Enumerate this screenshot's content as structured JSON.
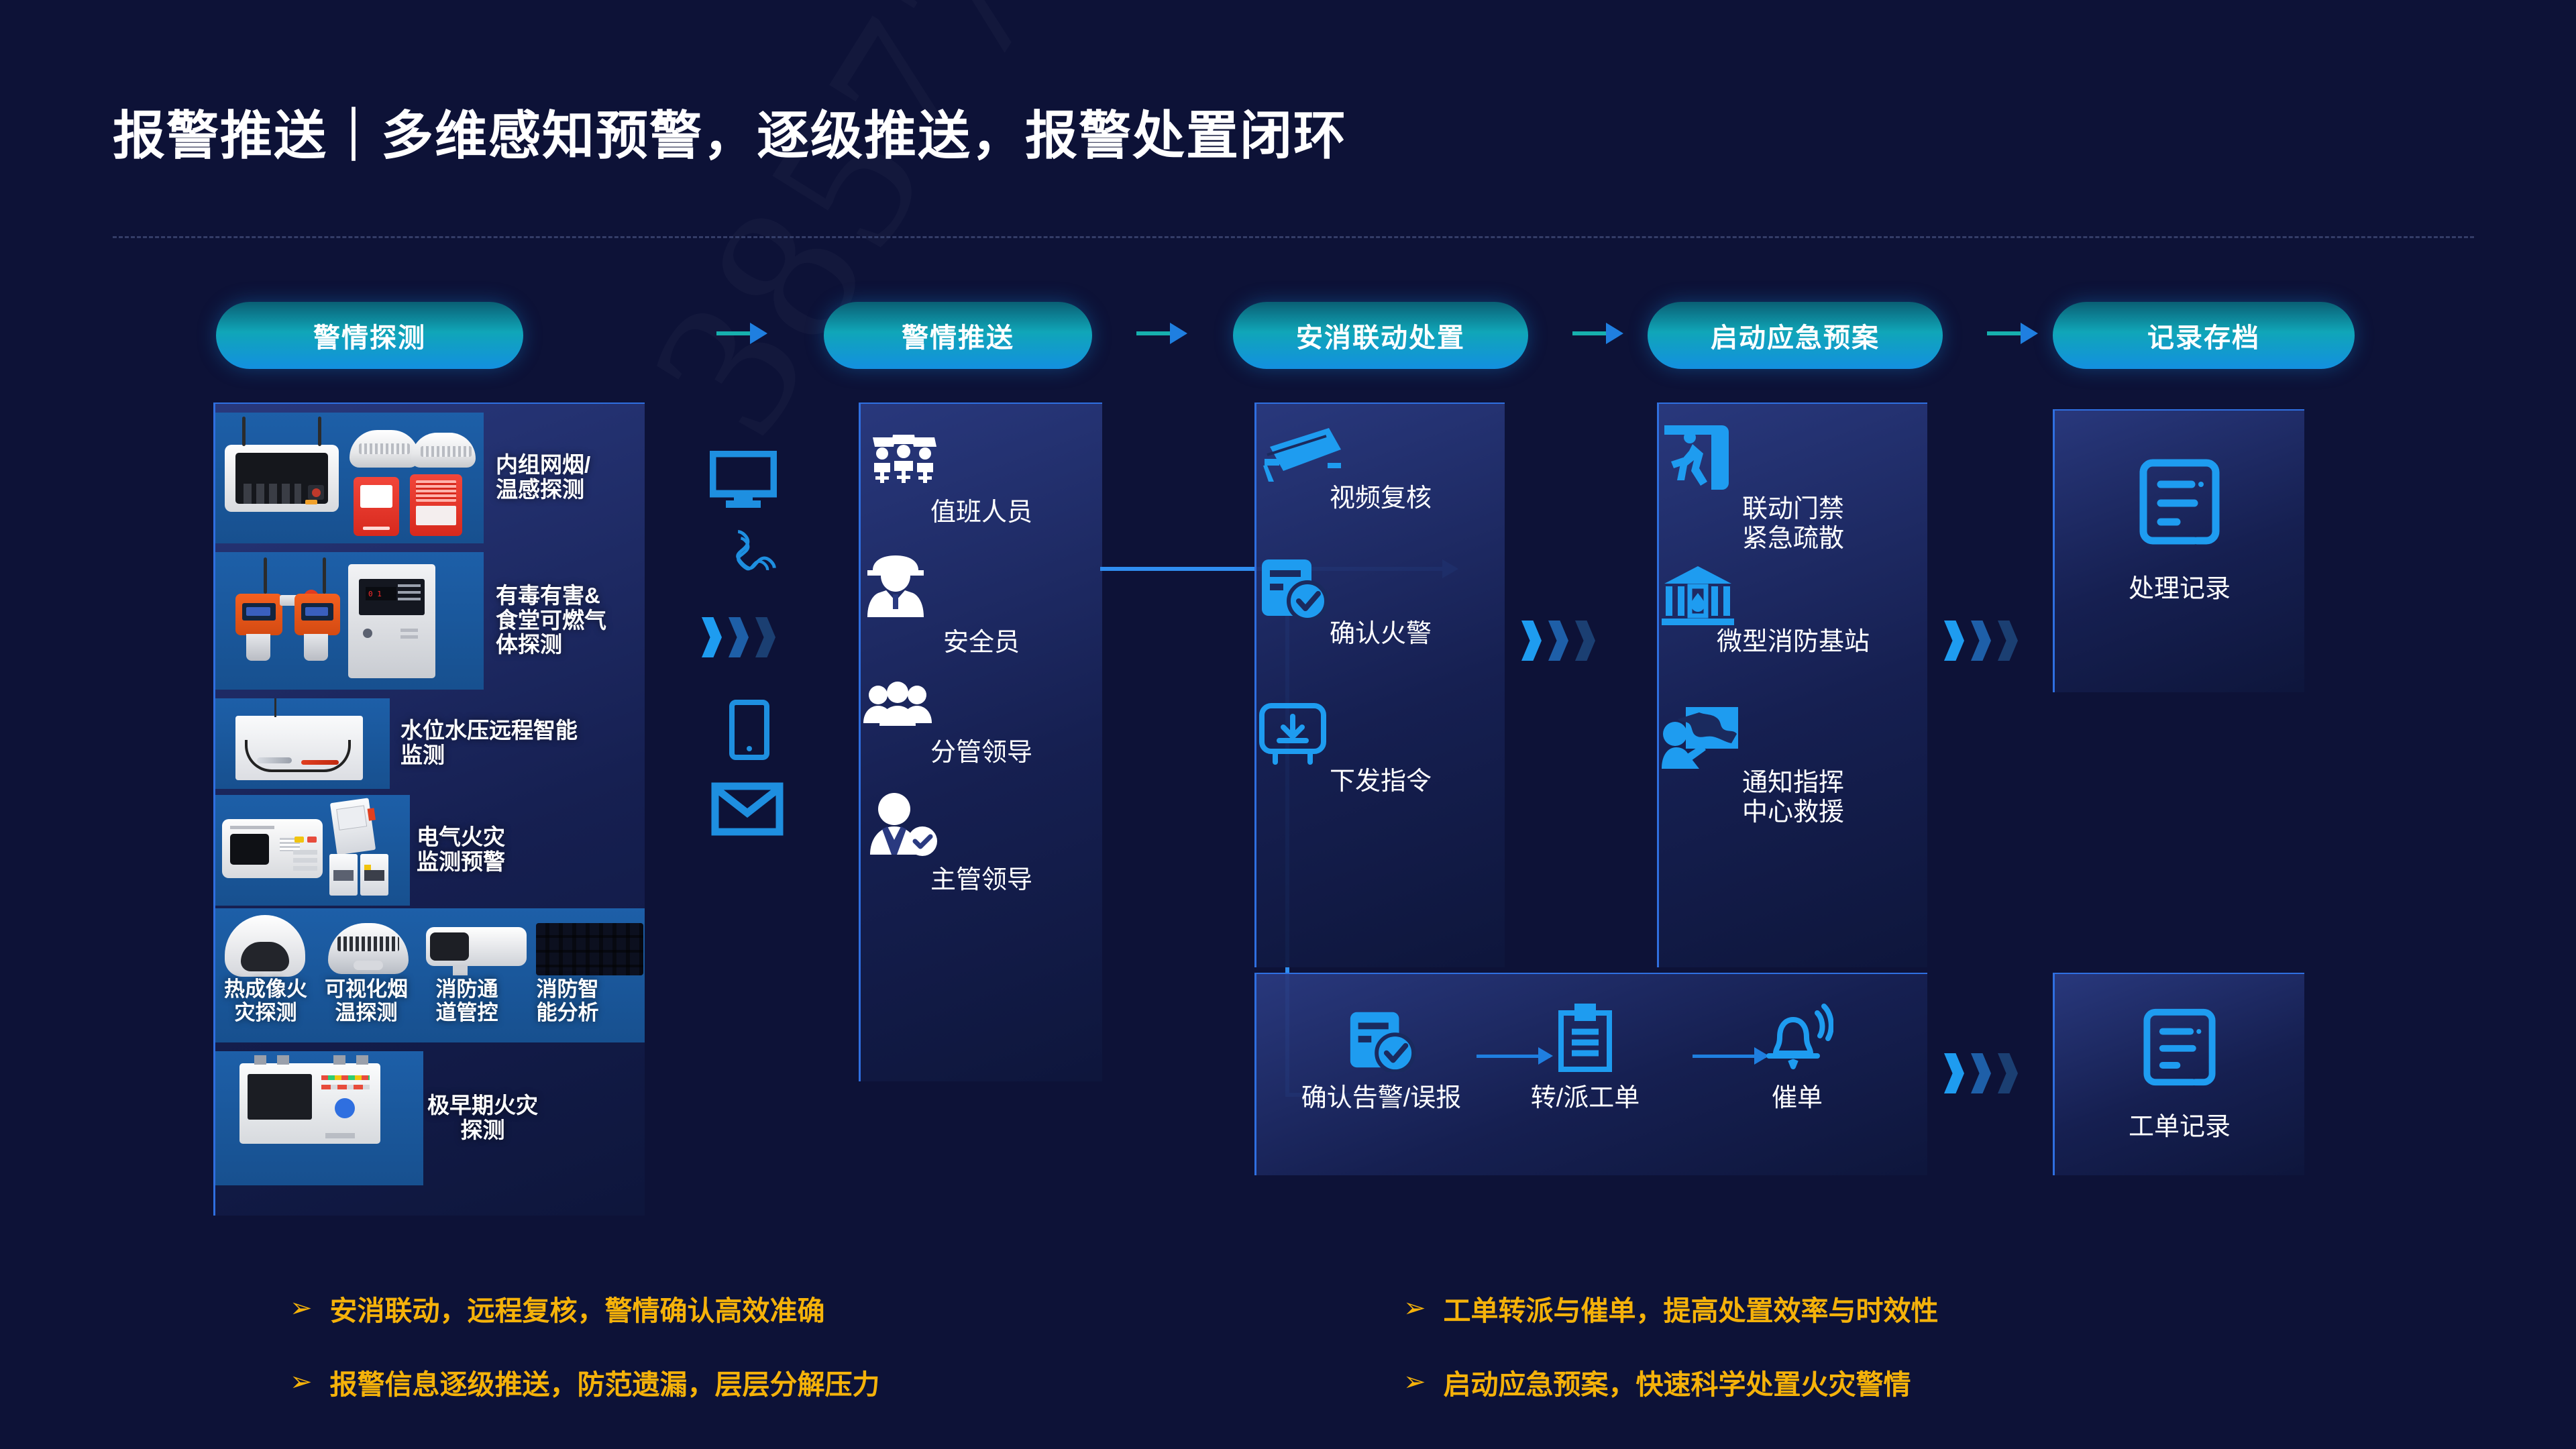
{
  "slide": {
    "title": "报警推送｜多维感知预警，逐级推送，报警处置闭环",
    "watermark": "38577"
  },
  "stages": [
    {
      "label": "警情探测"
    },
    {
      "label": "警情推送"
    },
    {
      "label": "安消联动处置"
    },
    {
      "label": "启动应急预案"
    },
    {
      "label": "记录存档"
    }
  ],
  "detection": {
    "items": [
      {
        "label": "内组网烟/\n温感探测",
        "icon": "smoke-heat-detector-photo"
      },
      {
        "label": "有毒有害&\n食堂可燃气\n体探测",
        "icon": "gas-detector-photo"
      },
      {
        "label": "水位水压远程智能\n监测",
        "icon": "water-level-monitor-photo"
      },
      {
        "label": "电气火灾\n监测预警",
        "icon": "electrical-fire-monitor-photo"
      },
      {
        "label": "极早期火灾\n探测",
        "icon": "early-fire-detection-photo"
      }
    ],
    "camera_row": [
      {
        "label": "热成像火\n灾探测",
        "icon": "thermal-dome-camera-photo"
      },
      {
        "label": "可视化烟\n温探测",
        "icon": "visual-smoke-detector-photo"
      },
      {
        "label": "消防通\n道管控",
        "icon": "bullet-camera-photo"
      },
      {
        "label": "消防智\n能分析",
        "icon": "server-rack-photo"
      }
    ]
  },
  "push_channels": [
    {
      "name": "monitor-icon"
    },
    {
      "name": "telephone-icon"
    },
    {
      "name": "chevrons-icon"
    },
    {
      "name": "mobile-icon"
    },
    {
      "name": "email-icon"
    }
  ],
  "personnel": [
    {
      "label": "值班人员",
      "icon": "duty-staff-icon"
    },
    {
      "label": "安全员",
      "icon": "security-officer-icon"
    },
    {
      "label": "分管领导",
      "icon": "group-leader-icon"
    },
    {
      "label": "主管领导",
      "icon": "supervisor-verified-icon"
    }
  ],
  "linkage": [
    {
      "label": "视频复核",
      "icon": "cctv-camera-icon"
    },
    {
      "label": "确认火警",
      "icon": "confirm-alarm-icon"
    },
    {
      "label": "下发指令",
      "icon": "dispatch-command-icon"
    }
  ],
  "workorder": [
    {
      "label": "确认告警/误报",
      "icon": "confirm-alarm-icon"
    },
    {
      "label": "转/派工单",
      "icon": "clipboard-icon"
    },
    {
      "label": "催单",
      "icon": "bell-ring-icon"
    }
  ],
  "emergency": [
    {
      "label": "联动门禁\n紧急疏散",
      "icon": "emergency-exit-icon"
    },
    {
      "label": "微型消防基站",
      "icon": "fire-station-icon"
    },
    {
      "label": "通知指挥\n中心救援",
      "icon": "notify-command-center-icon"
    }
  ],
  "records": [
    {
      "label": "处理记录",
      "icon": "document-record-icon"
    },
    {
      "label": "工单记录",
      "icon": "document-record-icon"
    }
  ],
  "bullets": {
    "left": [
      "安消联动，远程复核，警情确认高效准确",
      "报警信息逐级推送，防范遗漏，层层分解压力"
    ],
    "right": [
      "工单转派与催单，提高处置效率与时效性",
      "启动应急预案，快速科学处置火灾警情"
    ],
    "marker": "➢"
  },
  "colors": {
    "background": "#0d1237",
    "accent_blue": "#1e8fe0",
    "accent_teal": "#17b0ae",
    "bullet_gold": "#f5b20a",
    "panel_border": "#2f6fe0"
  }
}
